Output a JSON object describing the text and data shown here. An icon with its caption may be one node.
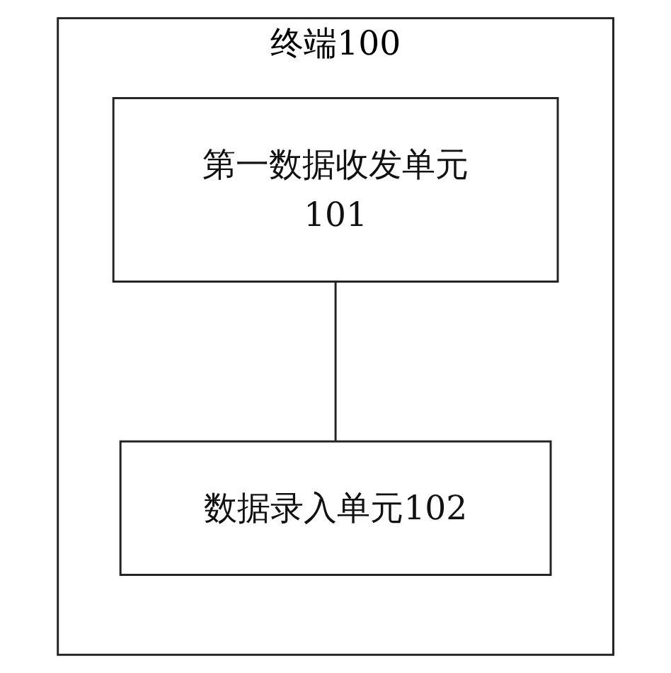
{
  "diagram": {
    "nodes": [
      {
        "text": [
          "终端100"
        ]
      },
      {
        "text": [
          "第一数据收发单元101"
        ],
        "in": 0
      },
      {
        "text": [
          "数据录入单元102"
        ],
        "in": 0
      }
    ],
    "edges": [
      {
        "from": 1,
        "to": 2,
        "arrow": "none"
      }
    ]
  }
}
